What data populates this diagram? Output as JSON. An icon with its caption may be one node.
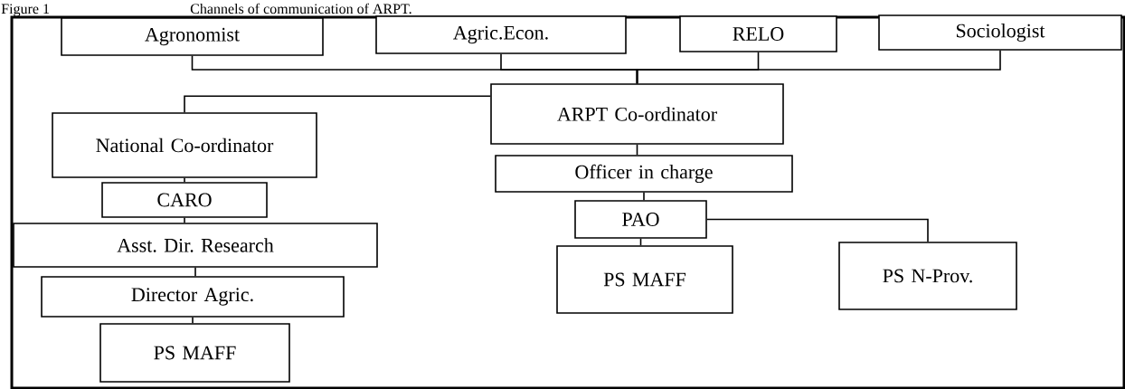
{
  "diagram": {
    "title": "Channels of communication of ARPT.",
    "nodes": [
      {
        "text": [
          "Agronomist"
        ]
      },
      {
        "text": [
          "Agric.Econ."
        ]
      },
      {
        "text": [
          "RELO"
        ]
      },
      {
        "text": [
          "Sociologist"
        ]
      },
      {
        "text": [
          "ARPT Co-ordinator"
        ]
      },
      {
        "text": [
          "National Co-ordinator"
        ]
      },
      {
        "text": [
          "Officer in charge"
        ]
      },
      {
        "text": [
          "CARO"
        ]
      },
      {
        "text": [
          "PAO"
        ]
      },
      {
        "text": [
          "Asst. Dir. Research"
        ]
      },
      {
        "text": [
          "PS MAFF"
        ]
      },
      {
        "text": [
          "PS N-Prov."
        ]
      },
      {
        "text": [
          "Director Agric."
        ]
      },
      {
        "text": [
          "PS MAFF"
        ]
      }
    ],
    "edges": [
      {
        "from": 0,
        "to": 4,
        "arrow": "none"
      },
      {
        "from": 1,
        "to": 4,
        "arrow": "none"
      },
      {
        "from": 2,
        "to": 4,
        "arrow": "none"
      },
      {
        "from": 3,
        "to": 4,
        "arrow": "none"
      },
      {
        "from": 4,
        "to": 5,
        "arrow": "none"
      },
      {
        "from": 4,
        "to": 6,
        "arrow": "none"
      },
      {
        "from": 6,
        "to": 8,
        "arrow": "none"
      },
      {
        "from": 8,
        "to": 10,
        "arrow": "none"
      },
      {
        "from": 8,
        "to": 11,
        "arrow": "none"
      },
      {
        "from": 5,
        "to": 7,
        "arrow": "none"
      },
      {
        "from": 7,
        "to": 9,
        "arrow": "none"
      },
      {
        "from": 9,
        "to": 12,
        "arrow": "none"
      },
      {
        "from": 12,
        "to": 13,
        "arrow": "none"
      }
    ],
    "labels": [
      "Figure 1"
    ]
  }
}
